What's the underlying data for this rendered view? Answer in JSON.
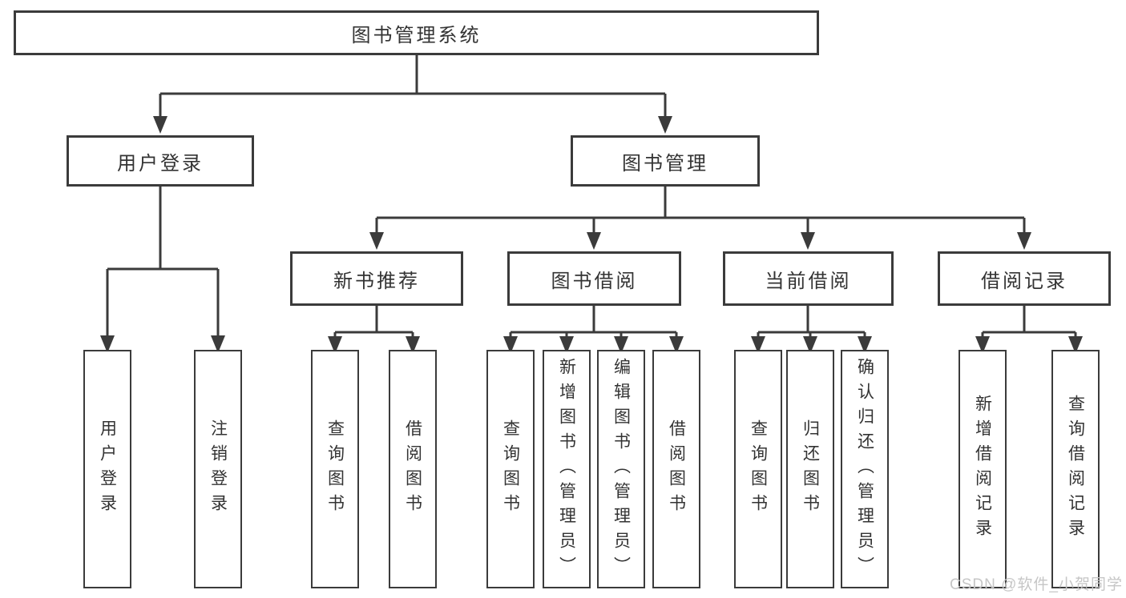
{
  "diagram": {
    "root": {
      "label": "图书管理系统"
    },
    "level2": {
      "user_login": {
        "label": "用户登录"
      },
      "book_mgmt": {
        "label": "图书管理"
      }
    },
    "level3": {
      "new_book_rec": {
        "label": "新书推荐"
      },
      "book_borrow": {
        "label": "图书借阅"
      },
      "current_borrow": {
        "label": "当前借阅"
      },
      "borrow_records": {
        "label": "借阅记录"
      }
    },
    "leaves": {
      "login_user_login": {
        "label": "用户登录"
      },
      "login_logout": {
        "label": "注销登录"
      },
      "rec_query_book": {
        "label": "查询图书"
      },
      "rec_borrow_book": {
        "label": "借阅图书"
      },
      "bb_query_book": {
        "label": "查询图书"
      },
      "bb_add_book_admin": {
        "label": "新增图书（管理员）"
      },
      "bb_edit_book_admin": {
        "label": "编辑图书（管理员）"
      },
      "bb_borrow_book": {
        "label": "借阅图书"
      },
      "cb_query_book": {
        "label": "查询图书"
      },
      "cb_return_book": {
        "label": "归还图书"
      },
      "cb_confirm_return_admin": {
        "label": "确认归还（管理员）"
      },
      "br_add_record": {
        "label": "新增借阅记录"
      },
      "br_query_record": {
        "label": "查询借阅记录"
      }
    }
  },
  "watermark": {
    "text": "CSDN @软件_小贺同学",
    "color": "#c6c6c6"
  },
  "colors": {
    "line": "#3b3b3b",
    "box_border": "#3b3b3b",
    "box_fill": "#ffffff",
    "text": "#333333",
    "background": "#ffffff"
  }
}
